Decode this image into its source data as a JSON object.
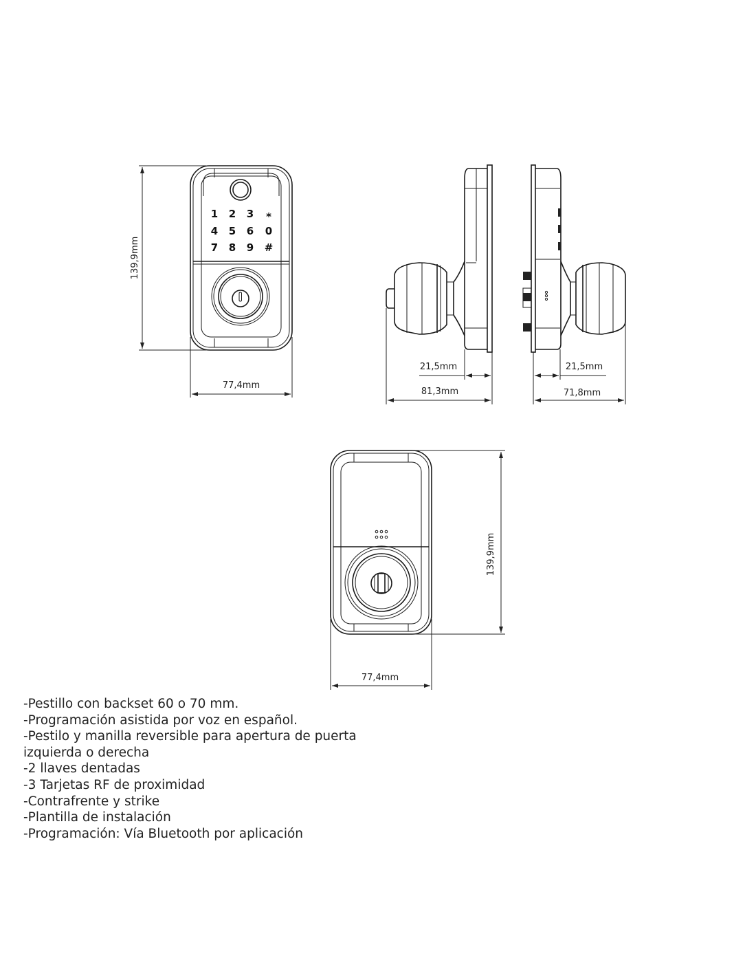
{
  "front_view": {
    "height_label": "139,9mm",
    "width_label": "77,4mm",
    "keypad": [
      "1",
      "2",
      "3",
      "*",
      "4",
      "5",
      "6",
      "0",
      "7",
      "8",
      "9",
      "#"
    ]
  },
  "side_view_left": {
    "depth_label": "21,5mm",
    "total_label": "81,3mm"
  },
  "side_view_right": {
    "depth_label": "21,5mm",
    "total_label": "71,8mm"
  },
  "rear_view": {
    "height_label": "139,9mm",
    "width_label": "77,4mm"
  },
  "features": [
    "-Pestillo con backset 60 o 70 mm.",
    "-Programación asistida por voz en español.",
    "-Pestilo y manilla reversible para apertura de puerta",
    "izquierda o derecha",
    "-2 llaves dentadas",
    "-3 Tarjetas RF de proximidad",
    "-Contrafrente y strike",
    "-Plantilla de instalación",
    "-Programación: Vía Bluetooth por aplicación"
  ]
}
